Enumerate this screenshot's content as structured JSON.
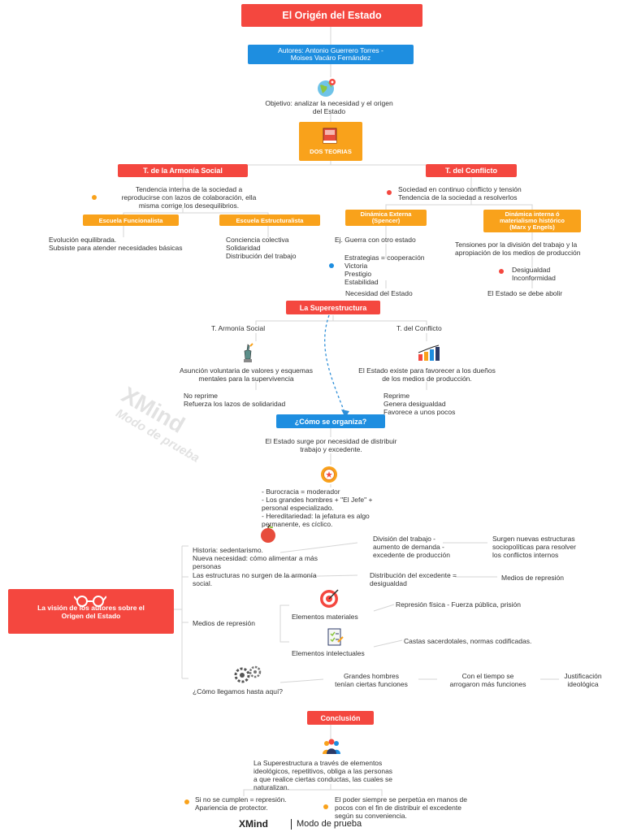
{
  "title": "El Origén del Estado",
  "authors": "Autores: Antonio Guerrero Torres -\nMoises Vacáro Fernández",
  "objective": "Objetivo: analizar la necesidad y el origen\ndel Estado",
  "two_theories": "DOS TEORIAS",
  "harmony": {
    "label": "T. de la Armonía Social",
    "desc": "Tendencia interna de la sociedad a\nreproducirse con lazos de colaboración, ella\nmisma corrige los desequilibrios.",
    "functionalist": "Escuela Funcionalista",
    "functionalist_text": "Evolución equilibrada.\nSubsiste para atender necesidades básicas",
    "structuralist": "Escuela Estructuralista",
    "structuralist_text": "Conciencia colectiva\nSolidaridad\nDistribución del trabajo"
  },
  "conflict": {
    "label": "T. del Conflicto",
    "desc": "Sociedad en continuo conflicto y tensión\nTendencia de la sociedad a resolverlos",
    "external": "Dinámica Externa\n(Spencer)",
    "external_ex": "Ej. Guerra con otro estado",
    "external_strat": "Estrategias = cooperación\nVictoria\nPrestigio\nEstabilidad",
    "external_need": "Necesidad del Estado",
    "internal": "Dinámica interna ó\nmaterialismo histórico\n(Marx y Engels)",
    "internal_text": "Tensiones por la división del trabajo y la\napropiación de los medios de producción",
    "internal_ineq": "Desigualdad\nInconformidad",
    "internal_abolish": "El Estado se debe abolir"
  },
  "superstructure": {
    "label": "La Superestructura",
    "harmony": "T. Armonía Social",
    "conflict": "T. del Conflicto",
    "harmony_text": "Asunción voluntaria de valores y esquemas\nmentales para la supervivencia",
    "harmony_sub": "No reprime\nRefuerza los lazos de solidaridad",
    "conflict_text": "El Estado existe para favorecer a los dueños\nde los medios de producción.",
    "conflict_sub": "Reprime\nGenera desigualdad\nFavorece a unos pocos"
  },
  "organize": {
    "label": "¿Cómo se organiza?",
    "text": "El Estado surge por necesidad de distribuir\ntrabajo y excedente.",
    "list": "- Burocracia = moderador\n- Los grandes hombres + \"El Jefe\" +\npersonal especializado.\n- Hereditariedad: la jefatura es algo\npermanente, es cíclico."
  },
  "vision": {
    "label": "La visión de los autores sobre el\nOrigen del Estado",
    "history": "Historia: sedentarismo.\nNueva necesidad: cómo alimentar a más\npersonas",
    "division": "División del trabajo -\naumento de demanda -\nexcedente de producción",
    "new_structures": "Surgen nuevas estructuras\nsociopolíticas para resolver\nlos conflictos internos",
    "structures": "Las estructuras no surgen de la armonía\nsocial.",
    "distribution": "Distribución del excedente =\ndesigualdad",
    "repression_means": "Medios de represión",
    "means": "Medios de represión",
    "material": "Elementos materiales",
    "material_text": "Represión física - Fuerza pública, prisión",
    "intellectual": "Elementos intelectuales",
    "intellectual_text": "Castas sacerdotales, normas codificadas.",
    "how": "¿Cómo llegamos hasta aquí?",
    "great_men": "Grandes hombres\ntenían ciertas funciones",
    "over_time": "Con el tiempo se\narrogaron más funciones",
    "justification": "Justificación\nideológica"
  },
  "conclusion": {
    "label": "Conclusión",
    "text": "La Superestructura a través de elementos\nideológicos, repetitivos, obliga a las personas\na que realice ciertas conductas, las cuales se\nnaturalizan.",
    "left": "Si no se cumplen = represión.\nApariencia de protector.",
    "right": "El poder siempre se perpetúa en manos de\npocos con el fin de distribuir el excedente\nsegún su conveniencia."
  },
  "watermark": {
    "brand": "XMind",
    "mode": "Modo de prueba"
  },
  "footer": {
    "brand": "XMind",
    "mode": "Modo de prueba"
  },
  "colors": {
    "red": "#f4473f",
    "blue": "#1e8ee0",
    "orange": "#f9a21b",
    "dashed_link": "#2f8fd8"
  }
}
